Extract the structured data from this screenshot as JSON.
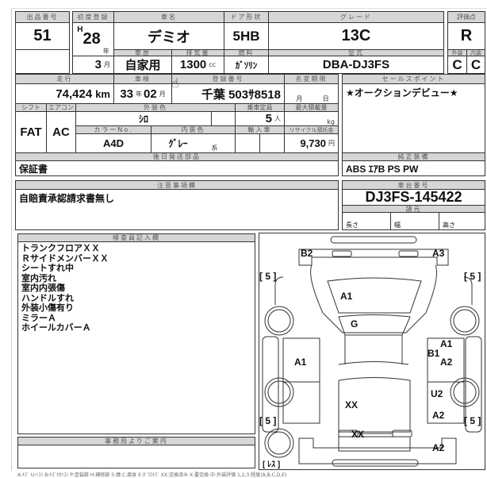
{
  "lot": {
    "label": "出品番号",
    "value": "51"
  },
  "first_reg": {
    "label": "初度登録",
    "era": "H",
    "year": "28",
    "year_unit": "年",
    "month": "3",
    "month_unit": "月"
  },
  "car_name": {
    "label": "車名",
    "value": "デミオ"
  },
  "door": {
    "label": "ドア形状",
    "value": "5HB"
  },
  "grade": {
    "label": "グレード",
    "value": "13C"
  },
  "score": {
    "label": "評価点",
    "value": "R",
    "exterior_label": "外装",
    "interior_label": "内装",
    "exterior": "C",
    "interior": "C"
  },
  "history": {
    "label": "車歴",
    "value": "自家用"
  },
  "displacement": {
    "label": "排気量",
    "value": "1300",
    "unit": "cc"
  },
  "fuel": {
    "label": "燃料",
    "value": "ｶﾞｿﾘﾝ"
  },
  "model": {
    "label": "型式",
    "value": "DBA-DJ3FS"
  },
  "mileage": {
    "label": "走行",
    "value": "74,424",
    "unit": "km"
  },
  "inspection": {
    "label": "車検",
    "year": "33",
    "year_unit": "年",
    "month": "02",
    "month_unit": "月"
  },
  "plate": {
    "label": "登録番号",
    "value": "千葉 503ｻ8518"
  },
  "name_change": {
    "label": "名変期限",
    "month_unit": "月",
    "day_unit": "日"
  },
  "shift": {
    "label": "シフト",
    "value": "FAT"
  },
  "ac": {
    "label": "エアコン",
    "value": "AC"
  },
  "ext_color": {
    "label": "外装色",
    "value": "ｼﾛ"
  },
  "capacity": {
    "label": "乗車定員",
    "value": "5",
    "unit": "人"
  },
  "max_load": {
    "label": "最大積載量",
    "unit": "kg"
  },
  "color_no": {
    "label": "カラーNo.",
    "value": "A4D"
  },
  "int_color": {
    "label": "内装色",
    "value": "ｸﾞﾚｰ",
    "suffix": "系"
  },
  "import": {
    "label": "輸入車"
  },
  "recycle": {
    "label": "リサイクル預託金",
    "value": "9,730",
    "unit": "円"
  },
  "later_parts": {
    "label": "後日発送部品",
    "value": "保証書"
  },
  "notes": {
    "label": "注意事項欄",
    "value": "自賠責承認請求書無し"
  },
  "sales": {
    "label": "セールスポイント",
    "value": "★オークションデビュー★"
  },
  "equipment": {
    "label": "純正装備",
    "value": "ABS ｴｱB PS PW"
  },
  "chassis": {
    "label": "車台番号",
    "value": "DJ3FS-145422"
  },
  "specs": {
    "label": "諸元",
    "length": "長さ",
    "width": "幅",
    "height": "高さ"
  },
  "inspector": {
    "label": "検査員記入欄",
    "lines": [
      "トランクフロアＸＸ",
      "ＲサイドメンバーＸＸ",
      "シートすれ中",
      "室内汚れ",
      "室内内張傷",
      "ハンドルすれ",
      "外装小傷有り",
      "ミラーＡ",
      "ホイールカバーＡ"
    ]
  },
  "office": {
    "label": "事務局よりご案内"
  },
  "diagram": {
    "labels": [
      "B2",
      "A3",
      "[ 5 ]",
      "[ 5 ]",
      "A1",
      "G",
      "A1",
      "B1",
      "A1",
      "A2",
      "U2",
      "XX",
      "[ 5 ]",
      "A2",
      "[ 5 ]",
      "XX",
      "A2",
      "[ ﾚｽ ]"
    ]
  },
  "legend": "A:ｷｽﾞ U:ﾍｺﾐ B:ｷｽﾞ付ﾍｺﾐ P:塗装跡 H:補修跡 S:錆 C:腐食 E:ｶﾞﾗｽｷｽﾞ XX:交換済み X:要交換 中:外装評価 1,2,3:程度(A,B,C,D,E)"
}
